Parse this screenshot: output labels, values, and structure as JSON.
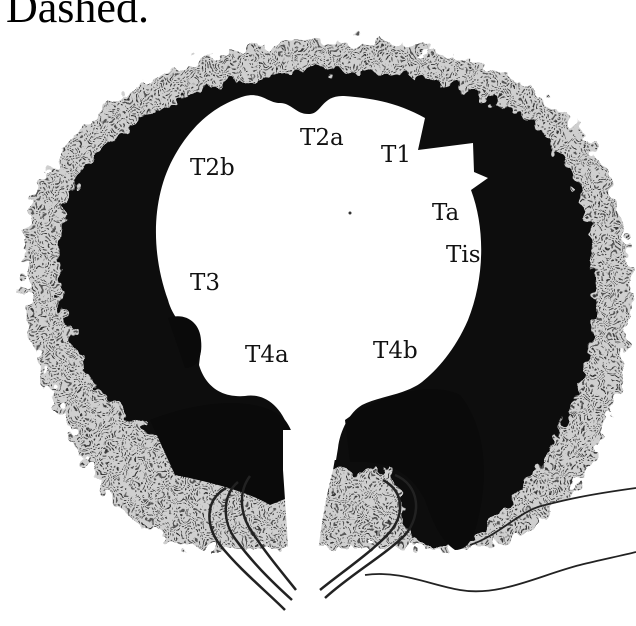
{
  "header": {
    "text": "Dashed."
  },
  "diagram": {
    "labels": {
      "t2a": "T2a",
      "t1": "T1",
      "t2b": "T2b",
      "ta": "Ta",
      "tis": "Tis",
      "t3": "T3",
      "t4a": "T4a",
      "t4b": "T4b"
    },
    "colors": {
      "tumor_dark": "#0a0a0a",
      "speckle": "#7a7a7a",
      "lumen": "#ffffff",
      "ureter_line": "#222222"
    }
  }
}
